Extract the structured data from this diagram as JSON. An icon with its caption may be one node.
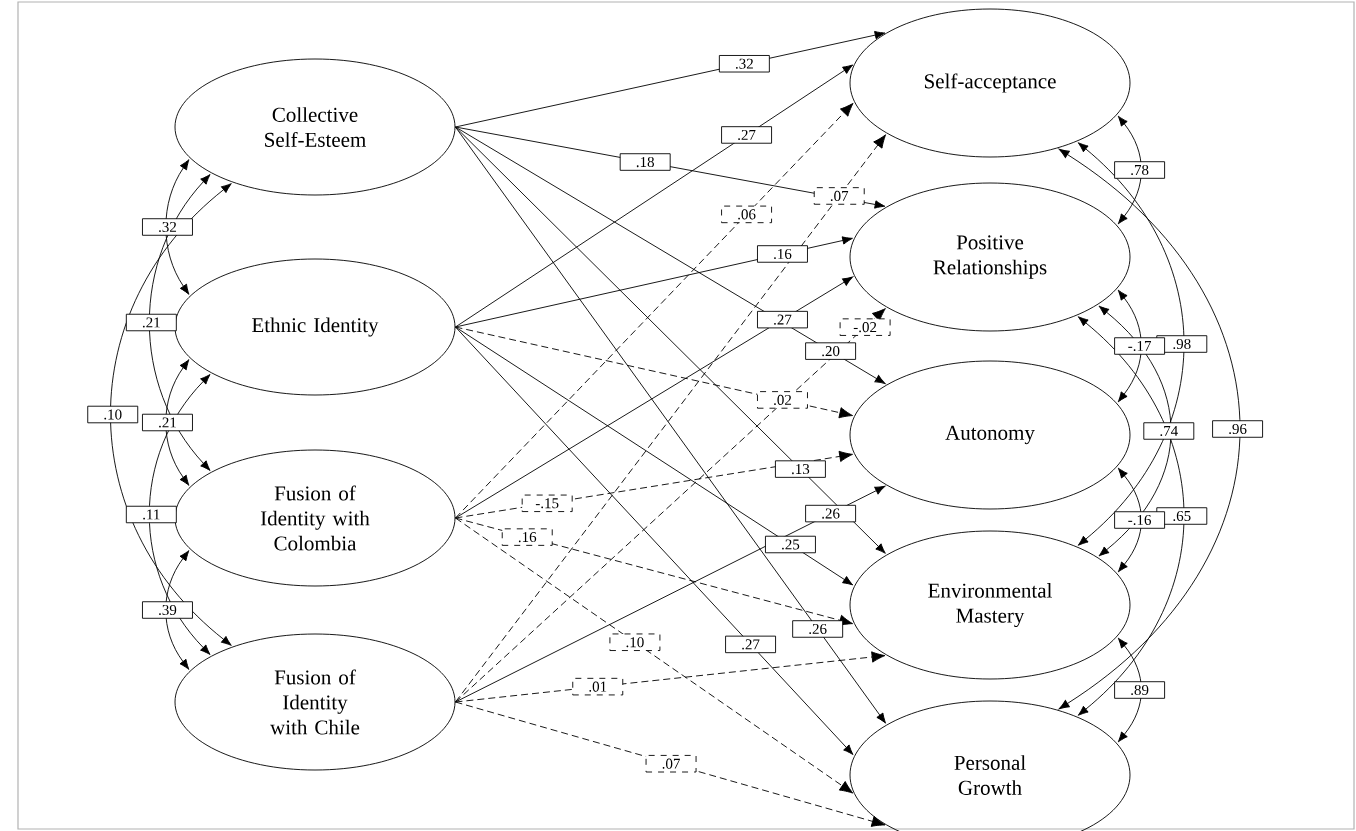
{
  "diagram": {
    "nodes": [
      {
        "text": [
          "Collective Self-Esteem"
        ]
      },
      {
        "text": [
          "Ethnic Identity"
        ]
      },
      {
        "text": [
          "Fusion of Identity with Colombia"
        ]
      },
      {
        "text": [
          "Fusion of Identity with Chile"
        ]
      },
      {
        "text": [
          "Self-acceptance"
        ]
      },
      {
        "text": [
          "Positive Relationships"
        ]
      },
      {
        "text": [
          "Autonomy"
        ]
      },
      {
        "text": [
          "Environmental Mastery"
        ]
      },
      {
        "text": [
          "Personal Growth"
        ]
      }
    ],
    "edges": [
      {
        "from": 0,
        "to": 4,
        "arrow": "to",
        "label": ".32"
      },
      {
        "from": 0,
        "to": 5,
        "arrow": "to",
        "label": ".18"
      },
      {
        "from": 0,
        "to": 6,
        "arrow": "to",
        "label": ".20"
      },
      {
        "from": 0,
        "to": 7,
        "arrow": "to",
        "label": ".13"
      },
      {
        "from": 0,
        "to": 8,
        "arrow": "to",
        "label": ".26"
      },
      {
        "from": 1,
        "to": 4,
        "arrow": "to",
        "label": ".27"
      },
      {
        "from": 1,
        "to": 5,
        "arrow": "to",
        "label": ".16"
      },
      {
        "from": 1,
        "to": 6,
        "arrow": "to",
        "label": ".02",
        "style": "dashed"
      },
      {
        "from": 1,
        "to": 7,
        "arrow": "to",
        "label": ".25"
      },
      {
        "from": 1,
        "to": 8,
        "arrow": "to",
        "label": ".27"
      },
      {
        "from": 2,
        "to": 4,
        "arrow": "to",
        "label": ".06",
        "style": "dashed"
      },
      {
        "from": 2,
        "to": 5,
        "arrow": "to",
        "label": ".27"
      },
      {
        "from": 2,
        "to": 6,
        "arrow": "to",
        "label": "-.15",
        "style": "dashed"
      },
      {
        "from": 2,
        "to": 7,
        "arrow": "to",
        "label": ".16",
        "style": "dashed"
      },
      {
        "from": 2,
        "to": 8,
        "arrow": "to",
        "label": ".10",
        "style": "dashed"
      },
      {
        "from": 3,
        "to": 4,
        "arrow": "to",
        "label": ".07",
        "style": "dashed"
      },
      {
        "from": 3,
        "to": 5,
        "arrow": "to",
        "label": "-.02",
        "style": "dashed"
      },
      {
        "from": 3,
        "to": 6,
        "arrow": "to",
        "label": ".26"
      },
      {
        "from": 3,
        "to": 7,
        "arrow": "to",
        "label": ".01",
        "style": "dashed"
      },
      {
        "from": 3,
        "to": 8,
        "arrow": "to",
        "label": ".07",
        "style": "dashed"
      },
      {
        "from": 0,
        "to": 1,
        "arrow": "both",
        "label": ".32"
      },
      {
        "from": 0,
        "to": 2,
        "arrow": "both",
        "label": ".21"
      },
      {
        "from": 0,
        "to": 3,
        "arrow": "both",
        "label": ".10"
      },
      {
        "from": 1,
        "to": 2,
        "arrow": "both",
        "label": ".21"
      },
      {
        "from": 1,
        "to": 3,
        "arrow": "both",
        "label": ".11"
      },
      {
        "from": 2,
        "to": 3,
        "arrow": "both",
        "label": ".39"
      },
      {
        "from": 4,
        "to": 5,
        "arrow": "both",
        "label": ".78"
      },
      {
        "from": 4,
        "to": 7,
        "arrow": "both",
        "label": ".98"
      },
      {
        "from": 4,
        "to": 8,
        "arrow": "both",
        "label": ".96"
      },
      {
        "from": 5,
        "to": 6,
        "arrow": "both",
        "label": "-.17"
      },
      {
        "from": 5,
        "to": 7,
        "arrow": "both",
        "label": ".74"
      },
      {
        "from": 5,
        "to": 8,
        "arrow": "both",
        "label": ".65"
      },
      {
        "from": 6,
        "to": 7,
        "arrow": "both",
        "label": "-.16"
      },
      {
        "from": 7,
        "to": 8,
        "arrow": "both",
        "label": ".89"
      }
    ]
  }
}
